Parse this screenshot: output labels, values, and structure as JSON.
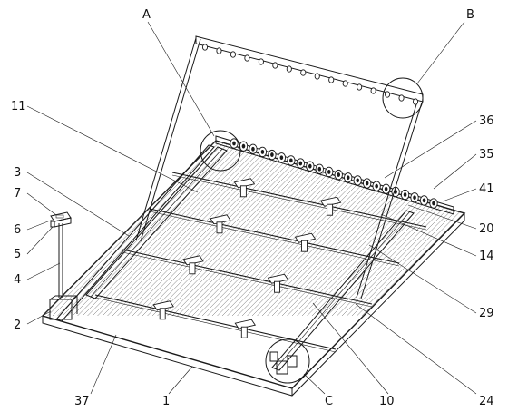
{
  "labels": {
    "A": "A",
    "B": "B",
    "C": "C",
    "n1": "1",
    "n2": "2",
    "n3": "3",
    "n4": "4",
    "n5": "5",
    "n6": "6",
    "n7": "7",
    "n10": "10",
    "n11": "11",
    "n14": "14",
    "n20": "20",
    "n24": "24",
    "n29": "29",
    "n35": "35",
    "n36": "36",
    "n37": "37",
    "n41": "41"
  },
  "colors": {
    "line": "#1a1a1a",
    "background": "#ffffff"
  }
}
